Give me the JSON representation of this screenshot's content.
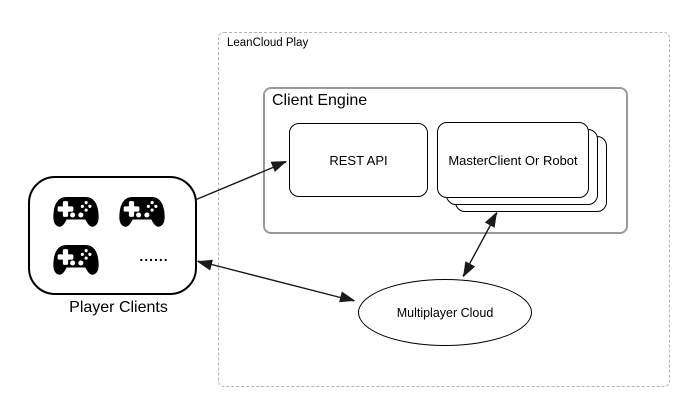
{
  "diagram": {
    "outer_group": {
      "label": "LeanCloud Play"
    },
    "client_engine_group": {
      "label": "Client Engine"
    },
    "nodes": {
      "rest_api": {
        "label": "REST API"
      },
      "master_client": {
        "label": "MasterClient Or Robot",
        "stacked_copies": 3
      },
      "multiplayer_cloud": {
        "label": "Multiplayer Cloud"
      },
      "player_clients": {
        "label": "Player Clients",
        "ellipsis": "......",
        "icon": "gamepad-icon",
        "icon_count": 3
      }
    },
    "edges": [
      {
        "from": "player_clients",
        "to": "rest_api",
        "direction": "one-way"
      },
      {
        "from": "player_clients",
        "to": "multiplayer_cloud",
        "direction": "two-way"
      },
      {
        "from": "master_client",
        "to": "multiplayer_cloud",
        "direction": "two-way"
      }
    ],
    "colors": {
      "background": "#ffffff",
      "node_border": "#000000",
      "engine_border": "#9a9a9a",
      "dashed_border": "#b4b4b4",
      "arrow": "#1a1a1a",
      "icon_fill": "#000000"
    }
  }
}
